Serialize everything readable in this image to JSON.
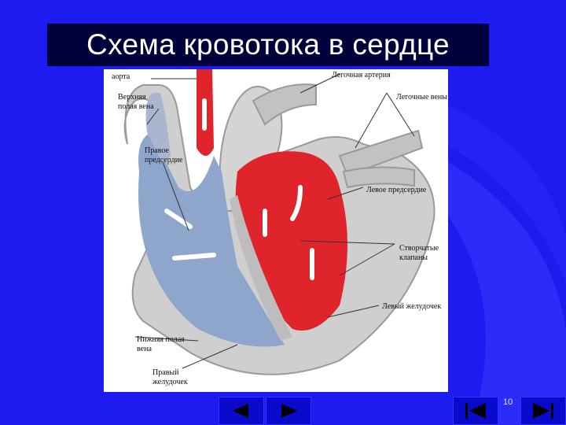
{
  "slide": {
    "title": "Схема кровотока в сердце",
    "page_number": "10"
  },
  "labels": {
    "aorta": "аорта",
    "superior_vena_cava": "Верхняя\nполая вена",
    "pulmonary_artery": "Легочная артерия",
    "pulmonary_veins": "Легочные вены",
    "right_atrium": "Правое\nпредсердие",
    "left_atrium": "Левое предсердие",
    "valves": "Створчатые\nклапаны",
    "left_ventricle": "Левый желудочек",
    "inferior_vena_cava": "Нижняя полая\nвена",
    "right_ventricle": "Правый\nжелудочек"
  },
  "colors": {
    "background": "#1c1cf0",
    "title_box": "#00003a",
    "oxygenated": "#e0242c",
    "deoxygenated": "#8ea6cc",
    "tissue": "#c9c9c9"
  },
  "nav": {
    "prev_icon": "triangle-left-icon",
    "next_icon": "triangle-right-icon",
    "first_icon": "skip-to-start-icon",
    "last_icon": "skip-to-end-icon"
  }
}
